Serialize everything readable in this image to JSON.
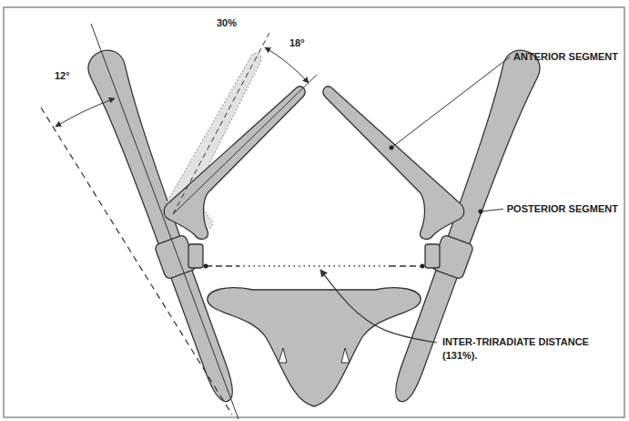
{
  "diagram": {
    "labels": [
      "30%",
      "18°",
      "ANTERIOR SEGMENT",
      "12°",
      "POSTERIOR SEGMENT",
      "INTER-TRIRADIATE DISTANCE (131%)."
    ]
  }
}
